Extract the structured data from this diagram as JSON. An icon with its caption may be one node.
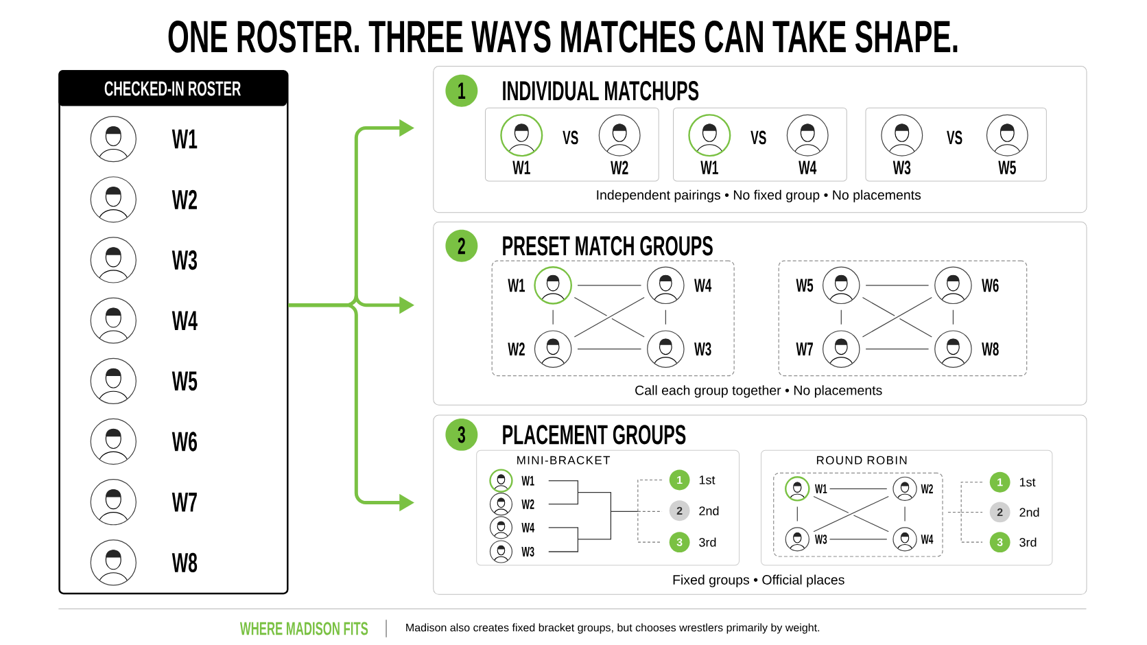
{
  "diagram": {
    "title": "ONE ROSTER. THREE WAYS MATCHES CAN TAKE SHAPE.",
    "nodes": [
      {
        "text": [
          "CHECKED-IN ROSTER"
        ]
      },
      {
        "text": [
          "W1"
        ],
        "in": 0
      },
      {
        "text": [
          "W2"
        ],
        "in": 0
      },
      {
        "text": [
          "W3"
        ],
        "in": 0
      },
      {
        "text": [
          "W4"
        ],
        "in": 0
      },
      {
        "text": [
          "W5"
        ],
        "in": 0
      },
      {
        "text": [
          "W6"
        ],
        "in": 0
      },
      {
        "text": [
          "W7"
        ],
        "in": 0
      },
      {
        "text": [
          "W8"
        ],
        "in": 0
      },
      {
        "text": [
          "1",
          "INDIVIDUAL MATCHUPS",
          "Independent pairings • No fixed group • No placements"
        ]
      },
      {
        "text": [
          "W1",
          "VS",
          "W2"
        ],
        "in": 9
      },
      {
        "text": [
          "W1",
          "VS",
          "W4"
        ],
        "in": 9
      },
      {
        "text": [
          "W3",
          "VS",
          "W5"
        ],
        "in": 9
      },
      {
        "text": [
          "2",
          "PRESET MATCH GROUPS",
          "Call each group together • No placements"
        ]
      },
      {
        "text": [],
        "shape": "box",
        "in": 13
      },
      {
        "text": [
          "W1"
        ],
        "in": 14
      },
      {
        "text": [
          "W4"
        ],
        "in": 14
      },
      {
        "text": [
          "W2"
        ],
        "in": 14
      },
      {
        "text": [
          "W3"
        ],
        "in": 14
      },
      {
        "text": [],
        "shape": "box",
        "in": 13
      },
      {
        "text": [
          "W5"
        ],
        "in": 19
      },
      {
        "text": [
          "W6"
        ],
        "in": 19
      },
      {
        "text": [
          "W7"
        ],
        "in": 19
      },
      {
        "text": [
          "W8"
        ],
        "in": 19
      },
      {
        "text": [
          "3",
          "PLACEMENT GROUPS",
          "Fixed groups • Official places"
        ]
      },
      {
        "text": [
          "MINI-BRACKET"
        ],
        "in": 24
      },
      {
        "text": [
          "W1"
        ],
        "in": 25
      },
      {
        "text": [
          "W2"
        ],
        "in": 25
      },
      {
        "text": [
          "W4"
        ],
        "in": 25
      },
      {
        "text": [
          "W3"
        ],
        "in": 25
      },
      {
        "text": [
          "1",
          "1st"
        ],
        "in": 25
      },
      {
        "text": [
          "2",
          "2nd"
        ],
        "in": 25
      },
      {
        "text": [
          "3",
          "3rd"
        ],
        "in": 25
      },
      {
        "text": [
          "ROUND ROBIN"
        ],
        "in": 24
      },
      {
        "text": [],
        "shape": "box",
        "in": 33
      },
      {
        "text": [
          "W1"
        ],
        "in": 34
      },
      {
        "text": [
          "W2"
        ],
        "in": 34
      },
      {
        "text": [
          "W3"
        ],
        "in": 34
      },
      {
        "text": [
          "W4"
        ],
        "in": 34
      },
      {
        "text": [
          "1",
          "1st"
        ],
        "in": 33
      },
      {
        "text": [
          "2",
          "2nd"
        ],
        "in": 33
      },
      {
        "text": [
          "3",
          "3rd"
        ],
        "in": 33
      }
    ],
    "edges": [
      {
        "from": 0,
        "to": 9,
        "arrow": "to",
        "style": "thick",
        "color": "#7ac143"
      },
      {
        "from": 0,
        "to": 13,
        "arrow": "to",
        "style": "thick",
        "color": "#7ac143"
      },
      {
        "from": 0,
        "to": 24,
        "arrow": "to",
        "style": "thick",
        "color": "#7ac143"
      },
      {
        "from": 15,
        "to": 16,
        "arrow": "none"
      },
      {
        "from": 17,
        "to": 18,
        "arrow": "none"
      },
      {
        "from": 15,
        "to": 17,
        "arrow": "none"
      },
      {
        "from": 16,
        "to": 18,
        "arrow": "none"
      },
      {
        "from": 15,
        "to": 18,
        "arrow": "none"
      },
      {
        "from": 16,
        "to": 17,
        "arrow": "none"
      },
      {
        "from": 20,
        "to": 21,
        "arrow": "none"
      },
      {
        "from": 22,
        "to": 23,
        "arrow": "none"
      },
      {
        "from": 20,
        "to": 22,
        "arrow": "none"
      },
      {
        "from": 21,
        "to": 23,
        "arrow": "none"
      },
      {
        "from": 20,
        "to": 23,
        "arrow": "none"
      },
      {
        "from": 21,
        "to": 22,
        "arrow": "none"
      },
      {
        "from": 35,
        "to": 36,
        "arrow": "none"
      },
      {
        "from": 37,
        "to": 38,
        "arrow": "none"
      },
      {
        "from": 35,
        "to": 37,
        "arrow": "none"
      },
      {
        "from": 36,
        "to": 38,
        "arrow": "none"
      },
      {
        "from": 35,
        "to": 38,
        "arrow": "none"
      },
      {
        "from": 36,
        "to": 37,
        "arrow": "none"
      }
    ],
    "labels": [
      "WHERE MADISON FITS",
      "Madison also creates fixed bracket groups, but chooses wrestlers primarily by weight."
    ]
  }
}
